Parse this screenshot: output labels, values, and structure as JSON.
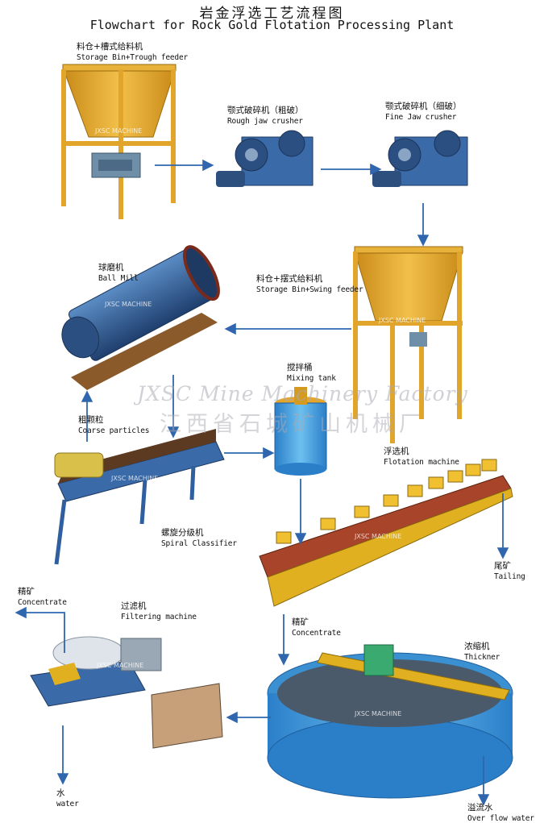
{
  "title": {
    "cn": "岩金浮选工艺流程图",
    "en": "Flowchart for Rock Gold Flotation Processing Plant"
  },
  "watermark": {
    "en": "JXSC Mine Machinery Factory",
    "cn": "江西省石城矿山机械厂",
    "badge": "JXSC MACHINE"
  },
  "nodes": {
    "storage_bin_1": {
      "cn": "料仓+槽式给料机",
      "en": "Storage Bin+Trough feeder"
    },
    "rough_jaw": {
      "cn": "颚式破碎机（粗破）",
      "en": "Rough jaw crusher"
    },
    "fine_jaw": {
      "cn": "颚式破碎机（细破）",
      "en": "Fine Jaw crusher"
    },
    "ball_mill": {
      "cn": "球磨机",
      "en": "Ball Mill"
    },
    "storage_bin_2": {
      "cn": "料仓+摆式给料机",
      "en": "Storage Bin+Swing feeder"
    },
    "mixing_tank": {
      "cn": "搅拌桶",
      "en": "Mixing tank"
    },
    "coarse": {
      "cn": "粗颗粒",
      "en": "Coarse particles"
    },
    "flotation": {
      "cn": "浮选机",
      "en": "Flotation machine"
    },
    "spiral": {
      "cn": "螺旋分级机",
      "en": "Spiral Classifier"
    },
    "tailing": {
      "cn": "尾矿",
      "en": "Tailing"
    },
    "concentrate_out": {
      "cn": "精矿",
      "en": "Concentrate"
    },
    "filtering": {
      "cn": "过滤机",
      "en": "Filtering machine"
    },
    "concentrate_mid": {
      "cn": "精矿",
      "en": "Concentrate"
    },
    "thickener": {
      "cn": "浓缩机",
      "en": "Thickner"
    },
    "water": {
      "cn": "水",
      "en": "water"
    },
    "overflow": {
      "cn": "溢流水",
      "en": "Over flow water"
    }
  },
  "colors": {
    "hopper": "#e0a52a",
    "steel_blue": "#2f5f9e",
    "mill_blue": "#3d6fa8",
    "flotation_red": "#a8442a",
    "thickener_blue": "#4aa3df",
    "arrow": "#2f66ad"
  }
}
